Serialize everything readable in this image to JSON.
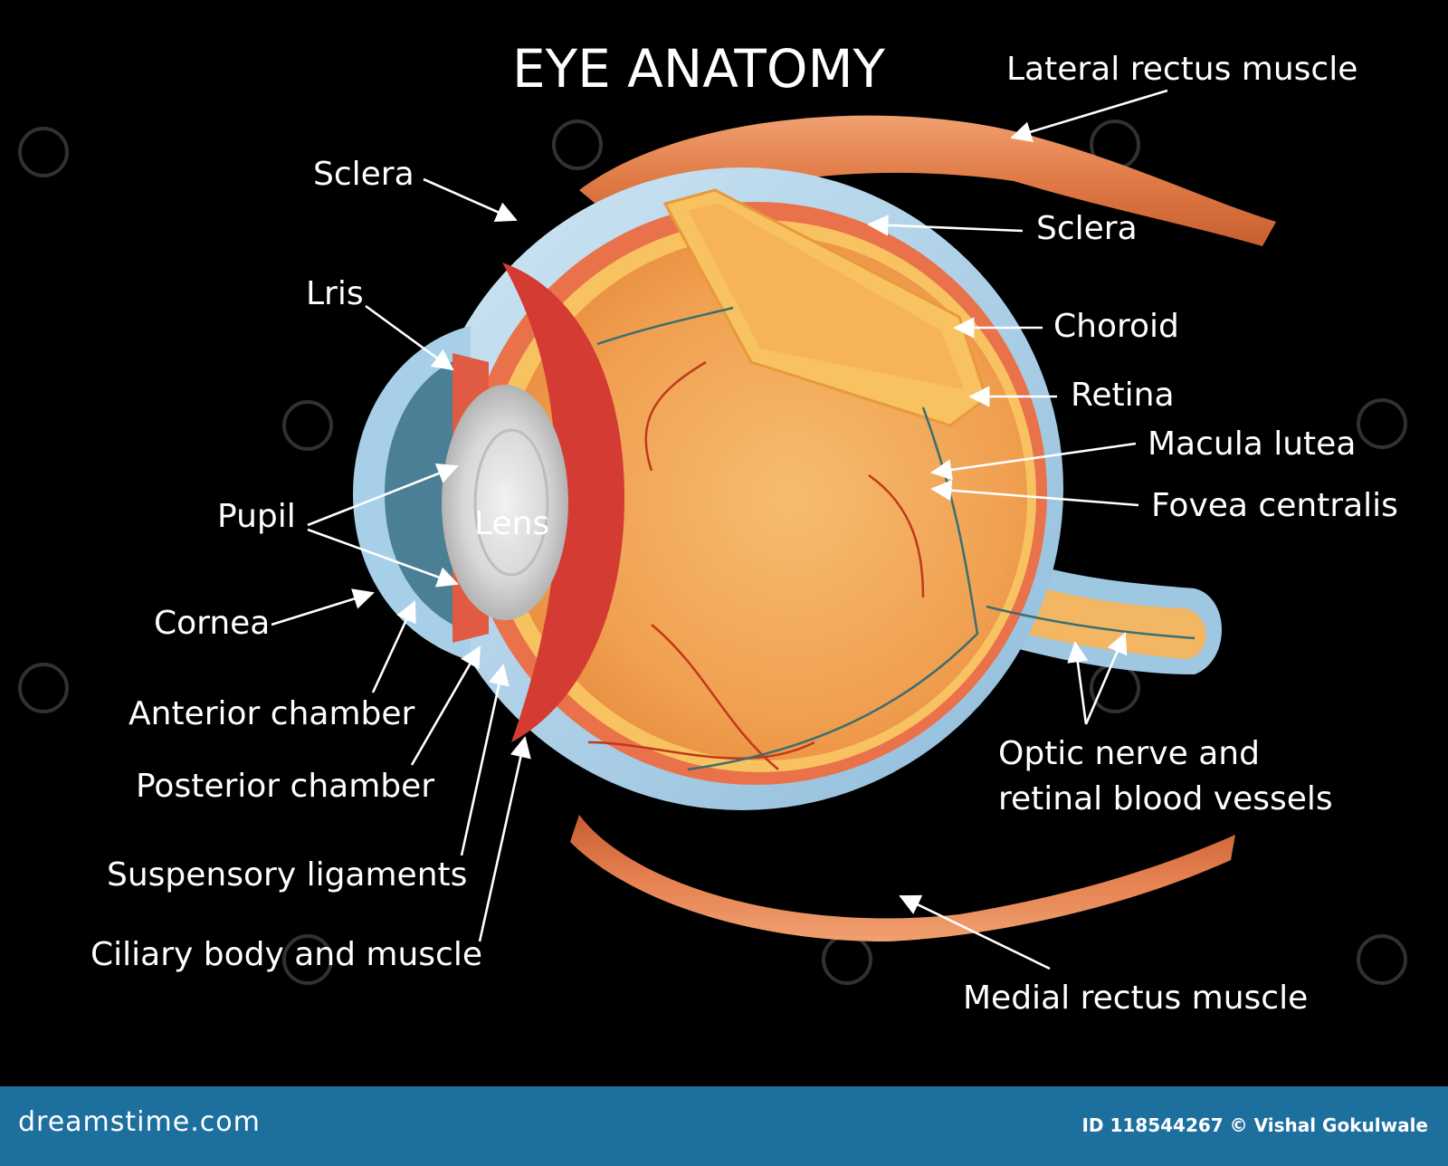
{
  "title": "EYE ANATOMY",
  "labels": {
    "lateral_rectus": "Lateral rectus muscle",
    "sclera_left": "Sclera",
    "sclera_right": "Sclera",
    "choroid": "Choroid",
    "lris": "Lris",
    "retina": "Retina",
    "macula": "Macula lutea",
    "fovea": "Fovea centralis",
    "pupil": "Pupil",
    "lens": "Lens",
    "cornea": "Cornea",
    "anterior_chamber": "Anterior chamber",
    "posterior_chamber": "Posterior chamber",
    "optic_line1": "Optic nerve and",
    "optic_line2": "retinal blood vessels",
    "suspensory": "Suspensory ligaments",
    "ciliary": "Ciliary body and muscle",
    "medial_rectus": "Medial rectus muscle"
  },
  "footer": {
    "brand": "dreamstime.com",
    "credit": "ID 118544267 © Vishal Gokulwale"
  },
  "colors": {
    "background": "#000000",
    "footer": "#1d6f9e",
    "sclera": "#a9cfe6",
    "interior": "#f0a555",
    "muscle": "#e27d46",
    "lens": "#cfcfcf",
    "ciliary": "#d33b33",
    "retina_band": "#f8c261"
  }
}
